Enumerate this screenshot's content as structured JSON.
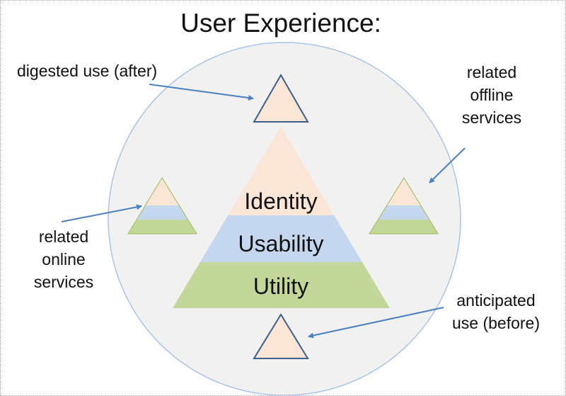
{
  "title": "User Experience:",
  "pyramid": {
    "layers": [
      {
        "label": "Identity",
        "color": "#fbe5d6"
      },
      {
        "label": "Usability",
        "color": "#c5d7ee"
      },
      {
        "label": "Utility",
        "color": "#c4d79b"
      }
    ]
  },
  "annotations": {
    "top": "digested use (after)",
    "left": [
      "related",
      "online",
      "services"
    ],
    "right": [
      "related",
      "offline",
      "services"
    ],
    "bottom": [
      "anticipated",
      "use (before)"
    ]
  },
  "colors": {
    "circle_fill": "#f1f1f1",
    "circle_stroke": "#a9c4e6",
    "arrow": "#4a7fc1",
    "triangle_stroke": "#3b5f8a",
    "small_stroke": "#9bbb59"
  }
}
